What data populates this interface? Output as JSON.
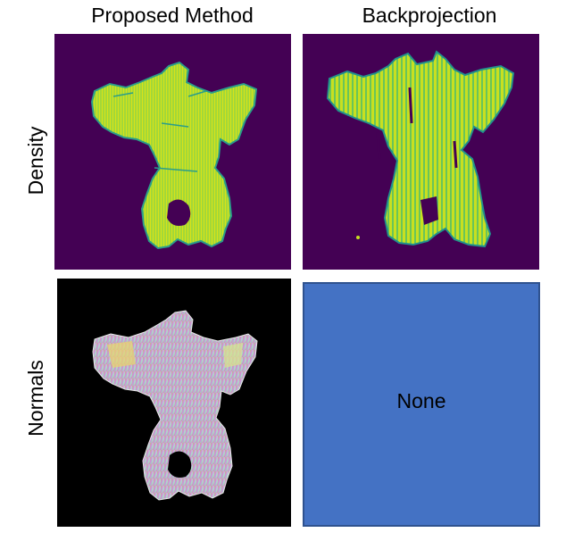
{
  "columns": [
    "Proposed Method",
    "Backprojection"
  ],
  "rows": [
    "Density",
    "Normals"
  ],
  "placeholder_text": "None",
  "colors": {
    "density_background": "#440154",
    "density_fill": "#d8e219",
    "density_edge": "#2a9d8a",
    "normals_background": "#000000",
    "none_panel_fill": "#4472c4",
    "none_panel_border": "#2f528f"
  }
}
